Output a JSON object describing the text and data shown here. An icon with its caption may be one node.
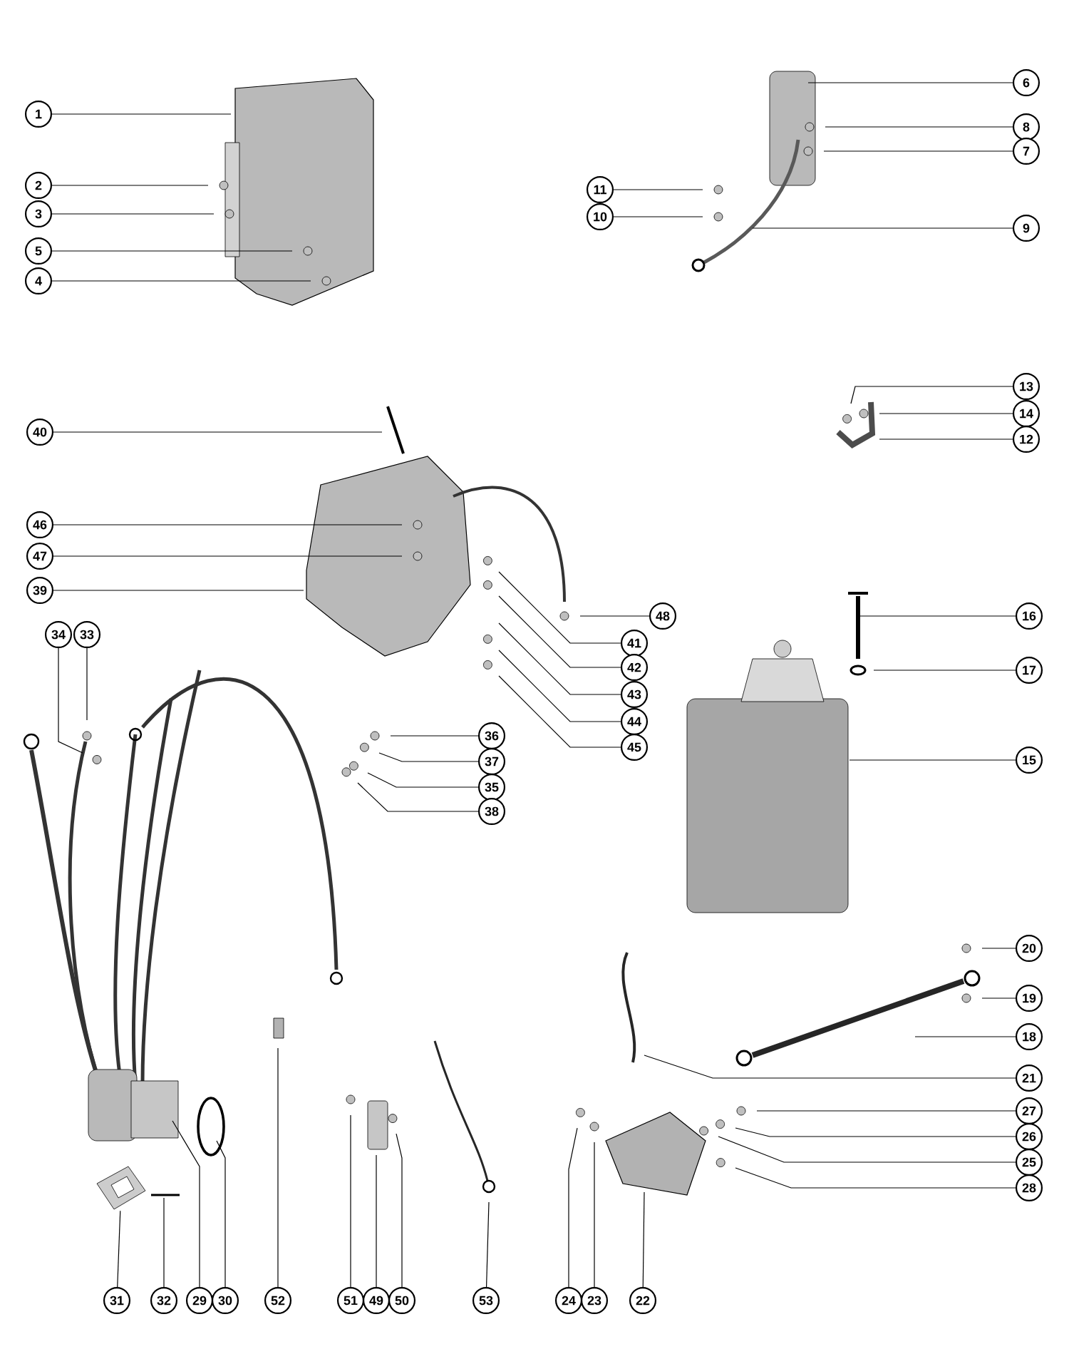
{
  "diagram": {
    "nodes": [
      {
        "text": [
          "1"
        ]
      },
      {
        "text": [
          "6"
        ]
      },
      {
        "text": [
          "8"
        ]
      },
      {
        "text": [
          "7"
        ]
      },
      {
        "text": [
          "2"
        ]
      },
      {
        "text": [
          "11"
        ]
      },
      {
        "text": [
          "3"
        ]
      },
      {
        "text": [
          "10"
        ]
      },
      {
        "text": [
          "9"
        ]
      },
      {
        "text": [
          "5"
        ]
      },
      {
        "text": [
          "4"
        ]
      },
      {
        "text": [
          "13"
        ]
      },
      {
        "text": [
          "14"
        ]
      },
      {
        "text": [
          "40"
        ]
      },
      {
        "text": [
          "12"
        ]
      },
      {
        "text": [
          "46"
        ]
      },
      {
        "text": [
          "47"
        ]
      },
      {
        "text": [
          "39"
        ]
      },
      {
        "text": [
          "16"
        ]
      },
      {
        "text": [
          "48"
        ]
      },
      {
        "text": [
          "34"
        ]
      },
      {
        "text": [
          "33"
        ]
      },
      {
        "text": [
          "41"
        ]
      },
      {
        "text": [
          "42"
        ]
      },
      {
        "text": [
          "43"
        ]
      },
      {
        "text": [
          "17"
        ]
      },
      {
        "text": [
          "44"
        ]
      },
      {
        "text": [
          "36"
        ]
      },
      {
        "text": [
          "45"
        ]
      },
      {
        "text": [
          "15"
        ]
      },
      {
        "text": [
          "37"
        ]
      },
      {
        "text": [
          "35"
        ]
      },
      {
        "text": [
          "38"
        ]
      },
      {
        "text": [
          "20"
        ]
      },
      {
        "text": [
          "19"
        ]
      },
      {
        "text": [
          "18"
        ]
      },
      {
        "text": [
          "21"
        ]
      },
      {
        "text": [
          "27"
        ]
      },
      {
        "text": [
          "26"
        ]
      },
      {
        "text": [
          "25"
        ]
      },
      {
        "text": [
          "28"
        ]
      },
      {
        "text": [
          "31"
        ]
      },
      {
        "text": [
          "32"
        ]
      },
      {
        "text": [
          "29"
        ]
      },
      {
        "text": [
          "30"
        ]
      },
      {
        "text": [
          "52"
        ]
      },
      {
        "text": [
          "51"
        ]
      },
      {
        "text": [
          "49"
        ]
      },
      {
        "text": [
          "50"
        ]
      },
      {
        "text": [
          "53"
        ]
      },
      {
        "text": [
          "24"
        ]
      },
      {
        "text": [
          "23"
        ]
      },
      {
        "text": [
          "22"
        ]
      },
      {
        "text": [],
        "shape": "picture"
      }
    ],
    "edges": [
      {
        "from": 0,
        "to": null,
        "arrow": "none"
      },
      {
        "from": 1,
        "to": null,
        "arrow": "none"
      },
      {
        "from": 2,
        "to": null,
        "arrow": "none"
      },
      {
        "from": 3,
        "to": null,
        "arrow": "none"
      },
      {
        "from": 4,
        "to": null,
        "arrow": "none"
      },
      {
        "from": 5,
        "to": null,
        "arrow": "none"
      },
      {
        "from": 6,
        "to": null,
        "arrow": "none"
      },
      {
        "from": 7,
        "to": null,
        "arrow": "none"
      },
      {
        "from": 8,
        "to": null,
        "arrow": "none"
      },
      {
        "from": 9,
        "to": null,
        "arrow": "none"
      },
      {
        "from": 10,
        "to": null,
        "arrow": "none"
      },
      {
        "from": 11,
        "to": null,
        "arrow": "none"
      },
      {
        "from": 12,
        "to": null,
        "arrow": "none"
      },
      {
        "from": 13,
        "to": null,
        "arrow": "none"
      },
      {
        "from": 14,
        "to": null,
        "arrow": "none"
      },
      {
        "from": 15,
        "to": null,
        "arrow": "none"
      },
      {
        "from": 16,
        "to": null,
        "arrow": "none"
      },
      {
        "from": 17,
        "to": null,
        "arrow": "none"
      },
      {
        "from": 18,
        "to": null,
        "arrow": "none"
      },
      {
        "from": 19,
        "to": null,
        "arrow": "none"
      },
      {
        "from": 20,
        "to": null,
        "arrow": "none"
      },
      {
        "from": 21,
        "to": null,
        "arrow": "none"
      },
      {
        "from": 22,
        "to": null,
        "arrow": "none"
      },
      {
        "from": 23,
        "to": null,
        "arrow": "none"
      },
      {
        "from": 24,
        "to": null,
        "arrow": "none"
      },
      {
        "from": 25,
        "to": null,
        "arrow": "none"
      },
      {
        "from": 26,
        "to": null,
        "arrow": "none"
      },
      {
        "from": 27,
        "to": null,
        "arrow": "none"
      },
      {
        "from": 28,
        "to": null,
        "arrow": "none"
      },
      {
        "from": 29,
        "to": null,
        "arrow": "none"
      },
      {
        "from": 30,
        "to": null,
        "arrow": "none"
      },
      {
        "from": 31,
        "to": null,
        "arrow": "none"
      },
      {
        "from": 32,
        "to": null,
        "arrow": "none"
      },
      {
        "from": 33,
        "to": null,
        "arrow": "none"
      },
      {
        "from": 34,
        "to": null,
        "arrow": "none"
      },
      {
        "from": 35,
        "to": null,
        "arrow": "none"
      },
      {
        "from": 36,
        "to": null,
        "arrow": "none"
      },
      {
        "from": 37,
        "to": null,
        "arrow": "none"
      },
      {
        "from": 38,
        "to": null,
        "arrow": "none"
      },
      {
        "from": 39,
        "to": null,
        "arrow": "none"
      },
      {
        "from": 40,
        "to": null,
        "arrow": "none"
      },
      {
        "from": 41,
        "to": 53,
        "arrow": "none"
      },
      {
        "from": 42,
        "to": null,
        "arrow": "none"
      },
      {
        "from": 43,
        "to": null,
        "arrow": "none"
      },
      {
        "from": 44,
        "to": null,
        "arrow": "none"
      },
      {
        "from": 45,
        "to": null,
        "arrow": "none"
      },
      {
        "from": 46,
        "to": null,
        "arrow": "none"
      },
      {
        "from": 47,
        "to": null,
        "arrow": "none"
      },
      {
        "from": 48,
        "to": null,
        "arrow": "none"
      },
      {
        "from": 49,
        "to": null,
        "arrow": "none"
      },
      {
        "from": 50,
        "to": null,
        "arrow": "none"
      },
      {
        "from": 51,
        "to": null,
        "arrow": "none"
      },
      {
        "from": 52,
        "to": null,
        "arrow": "none"
      }
    ]
  }
}
